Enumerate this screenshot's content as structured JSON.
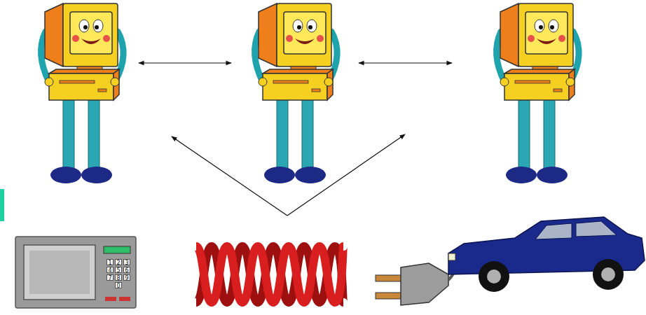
{
  "diagram": {
    "labels": [
      "1",
      "2",
      "3",
      "4",
      "5",
      "6",
      "7",
      "8",
      "9",
      "0"
    ]
  }
}
